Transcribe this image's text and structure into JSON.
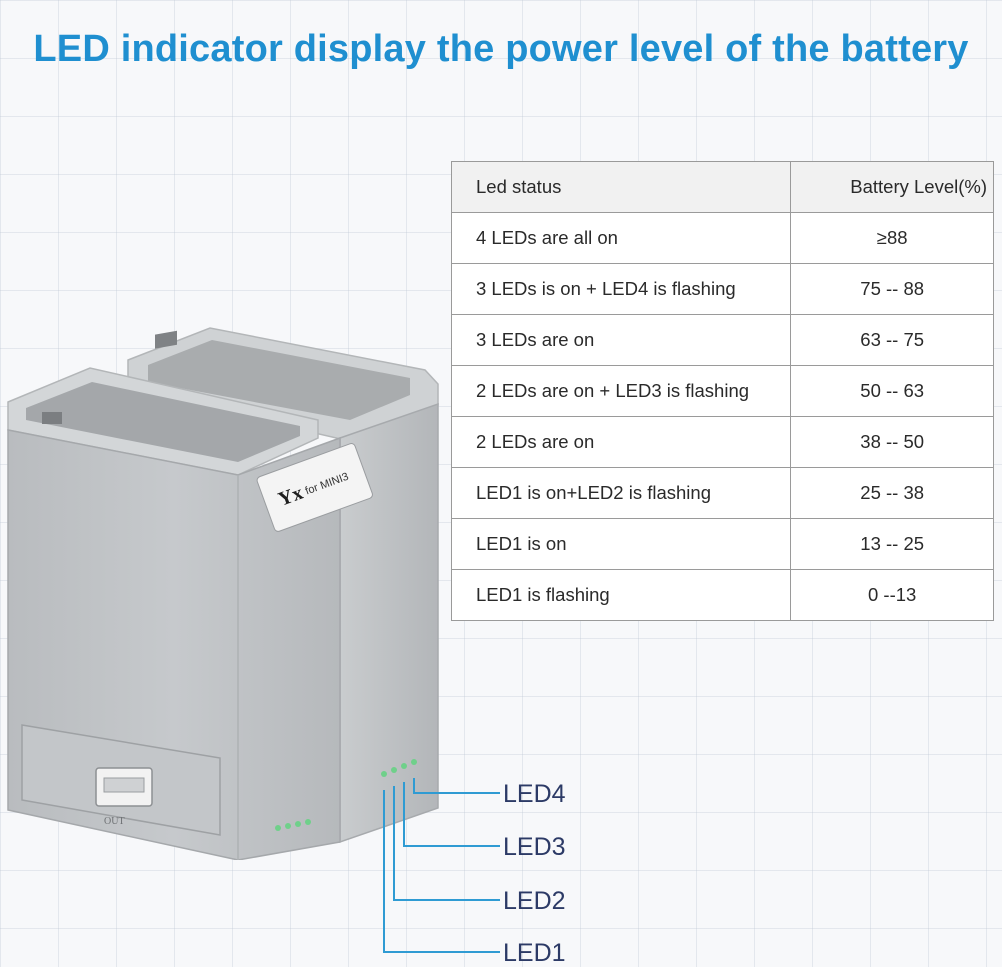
{
  "headline": "LED indicator display the power level of the battery",
  "table": {
    "headers": {
      "status": "Led status",
      "level": "Battery Level(%)"
    },
    "rows": [
      {
        "status": "4 LEDs are all on",
        "level": "≥88"
      },
      {
        "status": "3 LEDs is on + LED4 is flashing",
        "level": "75 -- 88"
      },
      {
        "status": "3 LEDs are on",
        "level": "63 -- 75"
      },
      {
        "status": "2 LEDs are on + LED3 is flashing",
        "level": "50 -- 63"
      },
      {
        "status": "2 LEDs are on",
        "level": "38 -- 50"
      },
      {
        "status": "LED1 is on+LED2 is flashing",
        "level": "25 -- 38"
      },
      {
        "status": "LED1 is on",
        "level": "13 -- 25"
      },
      {
        "status": "LED1 is flashing",
        "level": "0 --13"
      }
    ]
  },
  "device": {
    "label_brand": "Yx",
    "label_model": "for MINI3",
    "port_label": "OUT",
    "led_color": "#6fd08a"
  },
  "callouts": [
    "LED4",
    "LED3",
    "LED2",
    "LED1"
  ],
  "colors": {
    "headline": "#1f8fd0",
    "callout_line": "#2f9bd3",
    "callout_text": "#2c3a66"
  }
}
